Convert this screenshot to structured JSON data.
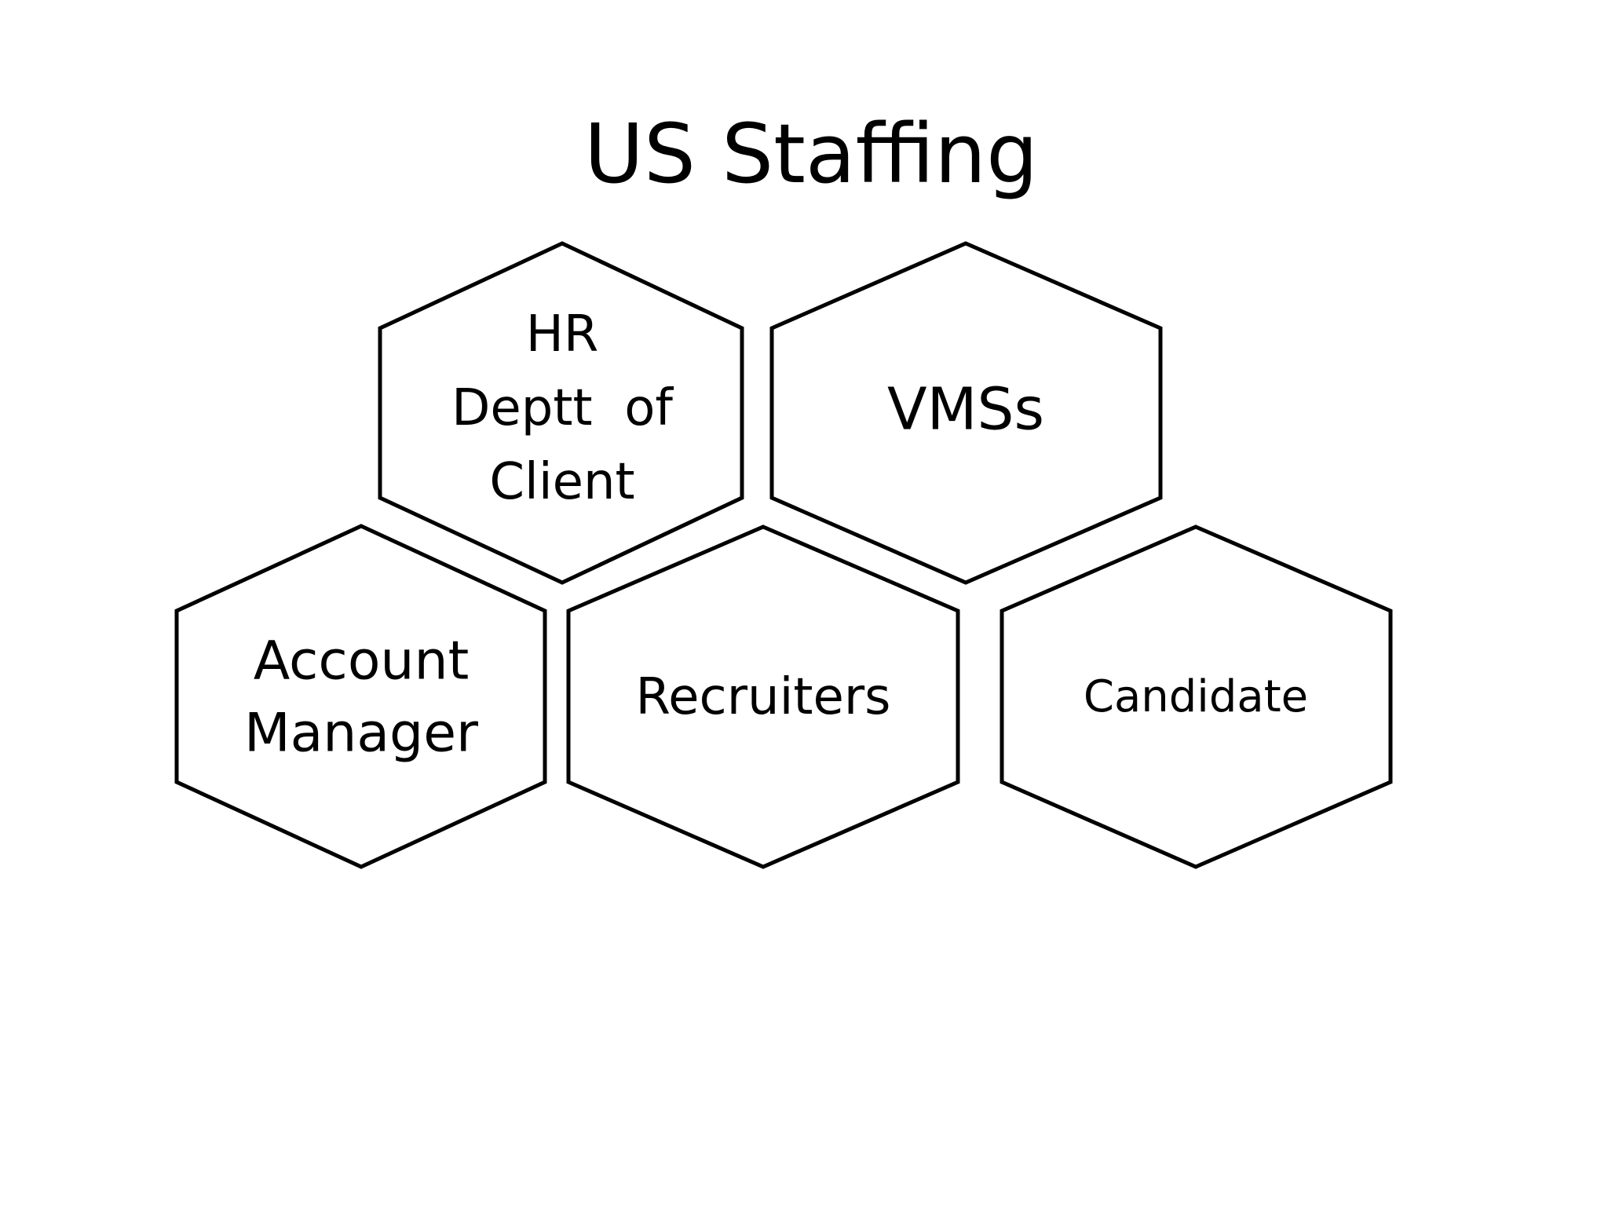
{
  "title": "US Staffing",
  "hexagons": [
    {
      "id": "hr",
      "lines": [
        "HR",
        "Deptt  of",
        "Client"
      ]
    },
    {
      "id": "vms",
      "lines": [
        "VMSs"
      ]
    },
    {
      "id": "account-manager",
      "lines": [
        "Account",
        "Manager"
      ]
    },
    {
      "id": "recruiters",
      "lines": [
        "Recruiters"
      ]
    },
    {
      "id": "candidate",
      "lines": [
        "Candidate"
      ]
    }
  ],
  "colors": {
    "stroke": "#000000",
    "fill": "#ffffff",
    "text": "#000000"
  }
}
